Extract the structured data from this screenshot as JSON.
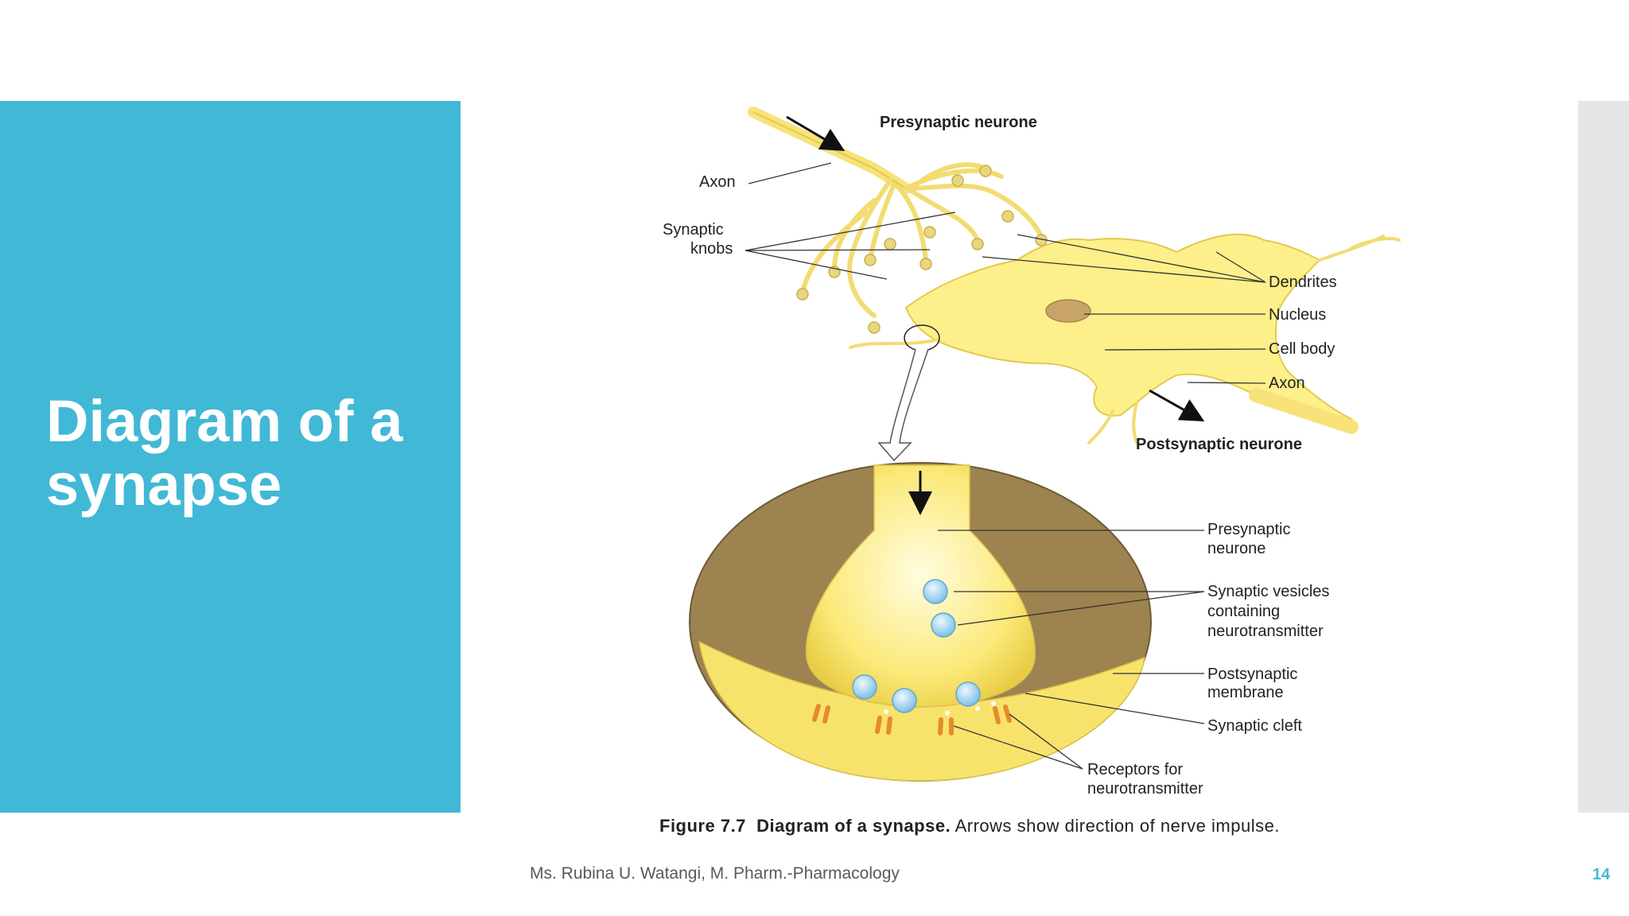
{
  "slide": {
    "title": "Diagram of a synapse",
    "footer": "Ms. Rubina U. Watangi, M. Pharm.-Pharmacology",
    "page_number": "14"
  },
  "figure": {
    "labels": {
      "presynaptic_neurone_top": "Presynaptic neurone",
      "axon_top": "Axon",
      "synaptic_knobs_line1": "Synaptic",
      "synaptic_knobs_line2": "knobs",
      "dendrites": "Dendrites",
      "nucleus": "Nucleus",
      "cell_body": "Cell body",
      "axon_right": "Axon",
      "postsynaptic_neurone": "Postsynaptic neurone",
      "presynaptic_neurone_line1": "Presynaptic",
      "presynaptic_neurone_line2": "neurone",
      "vesicles_line1": "Synaptic vesicles",
      "vesicles_line2": "containing",
      "vesicles_line3": "neurotransmitter",
      "postsynaptic_membrane_line1": "Postsynaptic",
      "postsynaptic_membrane_line2": "membrane",
      "synaptic_cleft": "Synaptic cleft",
      "receptors_line1": "Receptors for",
      "receptors_line2": "neurotransmitter"
    },
    "caption": {
      "number": "Figure 7.7",
      "title": "Diagram of a synapse.",
      "text": "Arrows show direction of nerve impulse."
    }
  },
  "colors": {
    "accent": "#41b8d5",
    "neuron_fill": "#fdf08a",
    "neuron_stroke": "#e3c94e",
    "cleft_brown": "#9c8350",
    "vesicle_blue": "#9fd3ef"
  }
}
